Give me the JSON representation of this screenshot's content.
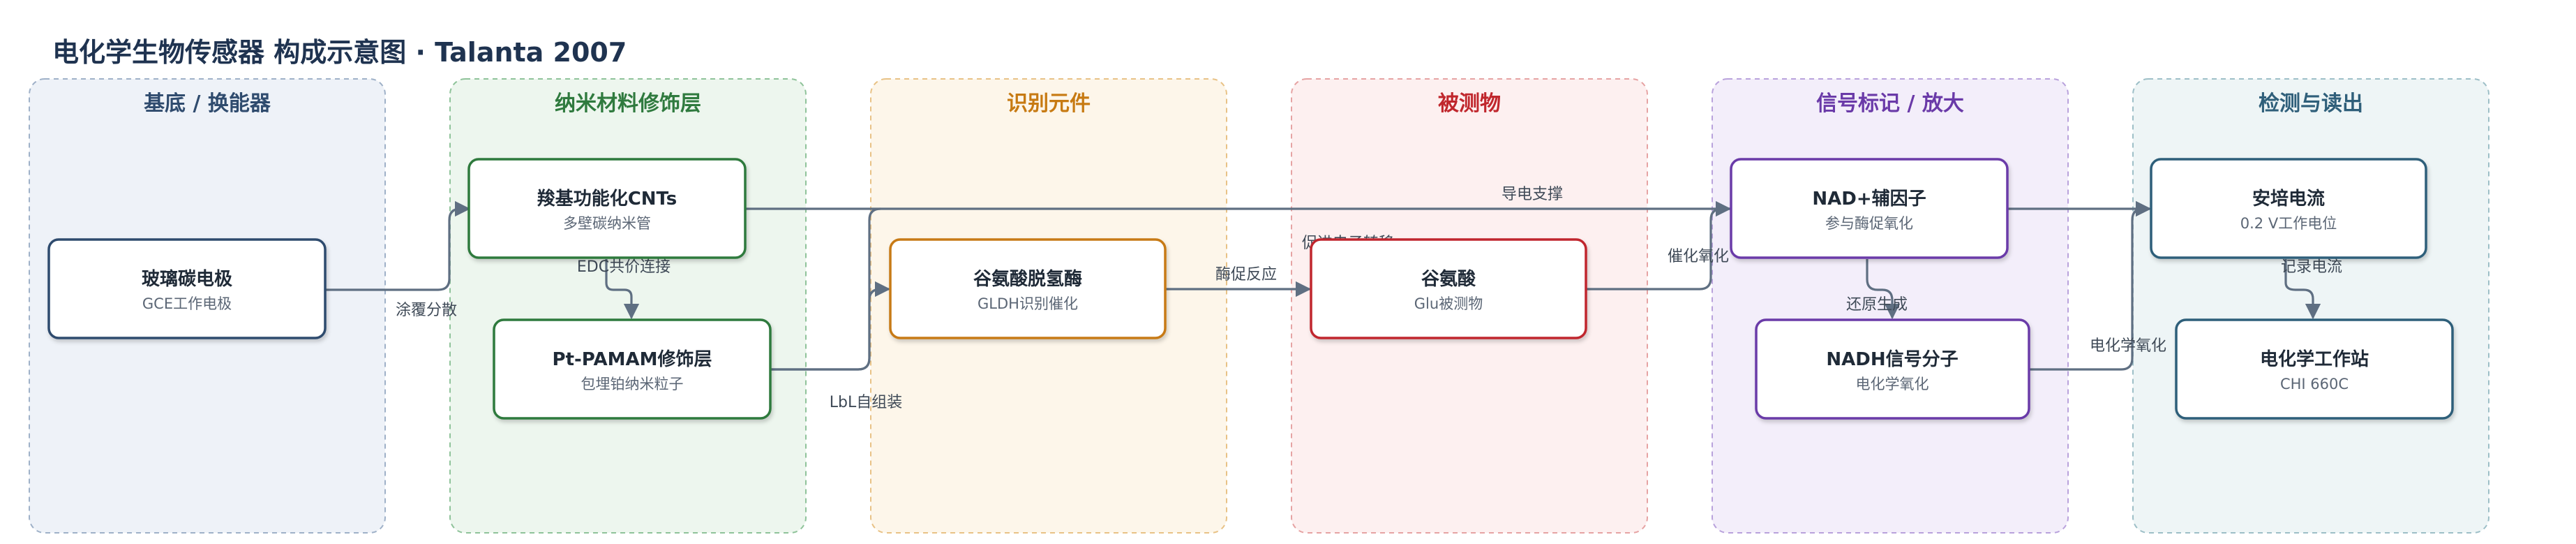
{
  "title": "电化学生物传感器 构成示意图 · Talanta 2007",
  "colors": {
    "edge": "#5f6f82"
  },
  "lanes": [
    {
      "id": "lane-substrate",
      "title": "基底 / 换能器",
      "color": "#2f4b6e",
      "fill": "#eef2f8",
      "stroke": "#9fb1c8"
    },
    {
      "id": "lane-nano",
      "title": "纳米材料修饰层",
      "color": "#2f7a3e",
      "fill": "#edf6ee",
      "stroke": "#8fc39a"
    },
    {
      "id": "lane-recognition",
      "title": "识别元件",
      "color": "#c77a12",
      "fill": "#fdf6ea",
      "stroke": "#e8c286"
    },
    {
      "id": "lane-analyte",
      "title": "被测物",
      "color": "#c0272d",
      "fill": "#fdf0f0",
      "stroke": "#e6a3a3"
    },
    {
      "id": "lane-signal",
      "title": "信号标记 / 放大",
      "color": "#6a3aa8",
      "fill": "#f3eefa",
      "stroke": "#b9a2dc"
    },
    {
      "id": "lane-readout",
      "title": "检测与读出",
      "color": "#2f5f7a",
      "fill": "#eef5f6",
      "stroke": "#9dbfc7"
    }
  ],
  "nodes": [
    {
      "id": "gce",
      "title": "玻璃碳电极",
      "sub": "GCE工作电极",
      "color": "#2f4b6e"
    },
    {
      "id": "cnt",
      "title": "羧基功能化CNTs",
      "sub": "多壁碳纳米管",
      "color": "#2f7a3e"
    },
    {
      "id": "pamam",
      "title": "Pt-PAMAM修饰层",
      "sub": "包埋铂纳米粒子",
      "color": "#2f7a3e"
    },
    {
      "id": "gldh",
      "title": "谷氨酸脱氢酶",
      "sub": "GLDH识别催化",
      "color": "#c77a12"
    },
    {
      "id": "glu",
      "title": "谷氨酸",
      "sub": "Glu被测物",
      "color": "#c0272d"
    },
    {
      "id": "nad",
      "title": "NAD+辅因子",
      "sub": "参与酶促氧化",
      "color": "#6a3aa8"
    },
    {
      "id": "nadh",
      "title": "NADH信号分子",
      "sub": "电化学氧化",
      "color": "#6a3aa8"
    },
    {
      "id": "amp",
      "title": "安培电流",
      "sub": "0.2 V工作电位",
      "color": "#2f5f7a"
    },
    {
      "id": "station",
      "title": "电化学工作站",
      "sub": "CHI 660C",
      "color": "#2f5f7a"
    }
  ],
  "edges": [
    {
      "id": "e-gce-cnt",
      "label": "涂覆分散"
    },
    {
      "id": "e-cnt-pamam",
      "label": "EDC共价连接"
    },
    {
      "id": "e-pamam-gldh",
      "label": "LbL自组装"
    },
    {
      "id": "e-gldh-glu",
      "label": "酶促反应"
    },
    {
      "id": "e-cnt-amp",
      "label": "导电支撑"
    },
    {
      "id": "e-pamam-nad",
      "label": "促进电子转移"
    },
    {
      "id": "e-glu-nad",
      "label": "催化氧化"
    },
    {
      "id": "e-nad-nadh",
      "label": "还原生成"
    },
    {
      "id": "e-nadh-amp",
      "label": "电化学氧化"
    },
    {
      "id": "e-amp-station",
      "label": "记录电流"
    }
  ]
}
